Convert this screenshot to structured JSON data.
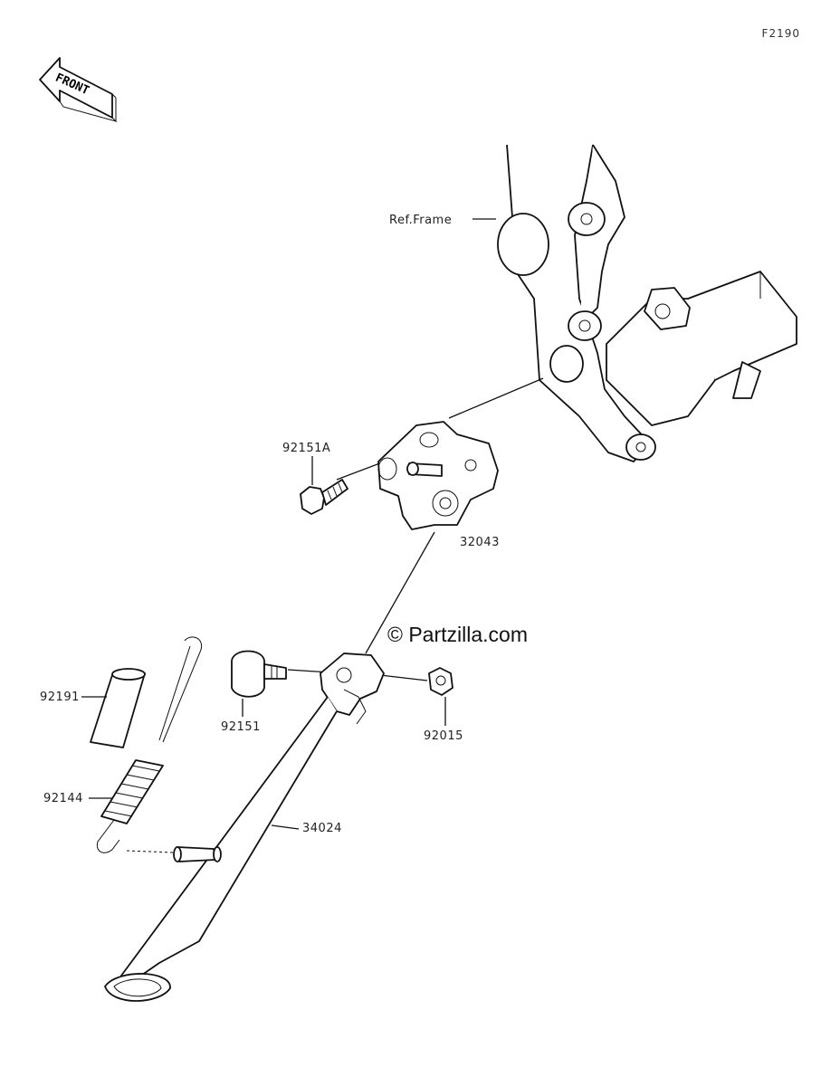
{
  "diagram_code": "F2190",
  "front_label": "FRONT",
  "watermark": "© Partzilla.com",
  "labels": {
    "ref_frame": "Ref.Frame",
    "p92151A": "92151A",
    "p32043": "32043",
    "p92191": "92191",
    "p92151": "92151",
    "p92015": "92015",
    "p92144": "92144",
    "p34024": "34024"
  },
  "icons": {
    "front_arrow": "front-arrow-icon"
  }
}
